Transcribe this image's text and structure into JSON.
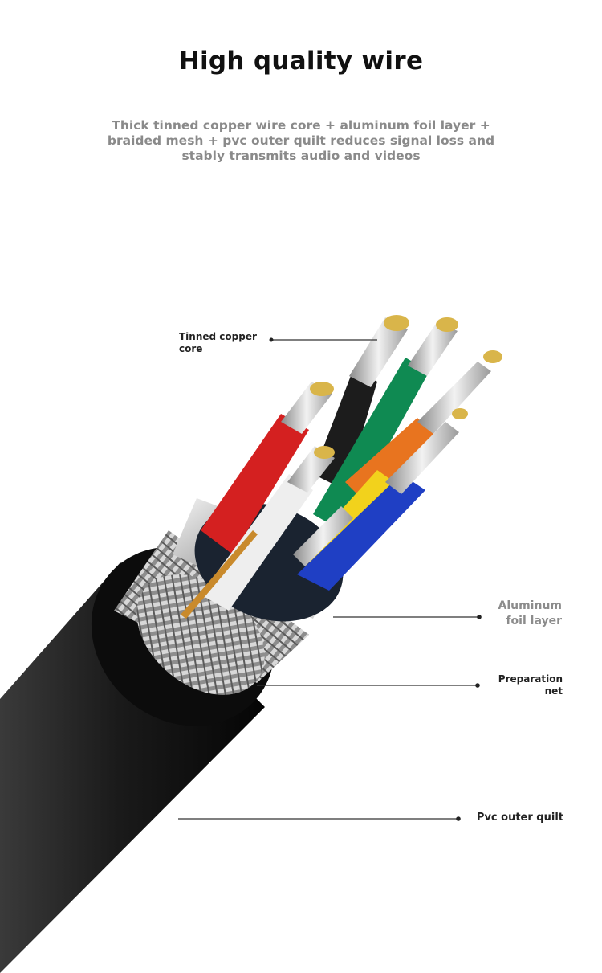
{
  "header": {
    "title": "High quality wire",
    "subtitle": "Thick tinned copper wire core + aluminum foil layer + braided mesh + pvc outer quilt reduces signal loss and stably transmits audio and videos"
  },
  "callouts": {
    "core": "Tinned copper core",
    "foil_line1": "Aluminum",
    "foil_line2": "foil layer",
    "net_line1": "Preparation",
    "net_line2": "net",
    "jacket": "Pvc outer quilt"
  },
  "colors": {
    "jacket": "#151515",
    "wire_red": "#d42020",
    "wire_black": "#1c1c1c",
    "wire_green": "#0f8a52",
    "wire_white": "#eeeeee",
    "wire_orange": "#e8741f",
    "wire_yellow": "#f2d21c",
    "wire_blue": "#1f3fc4"
  }
}
